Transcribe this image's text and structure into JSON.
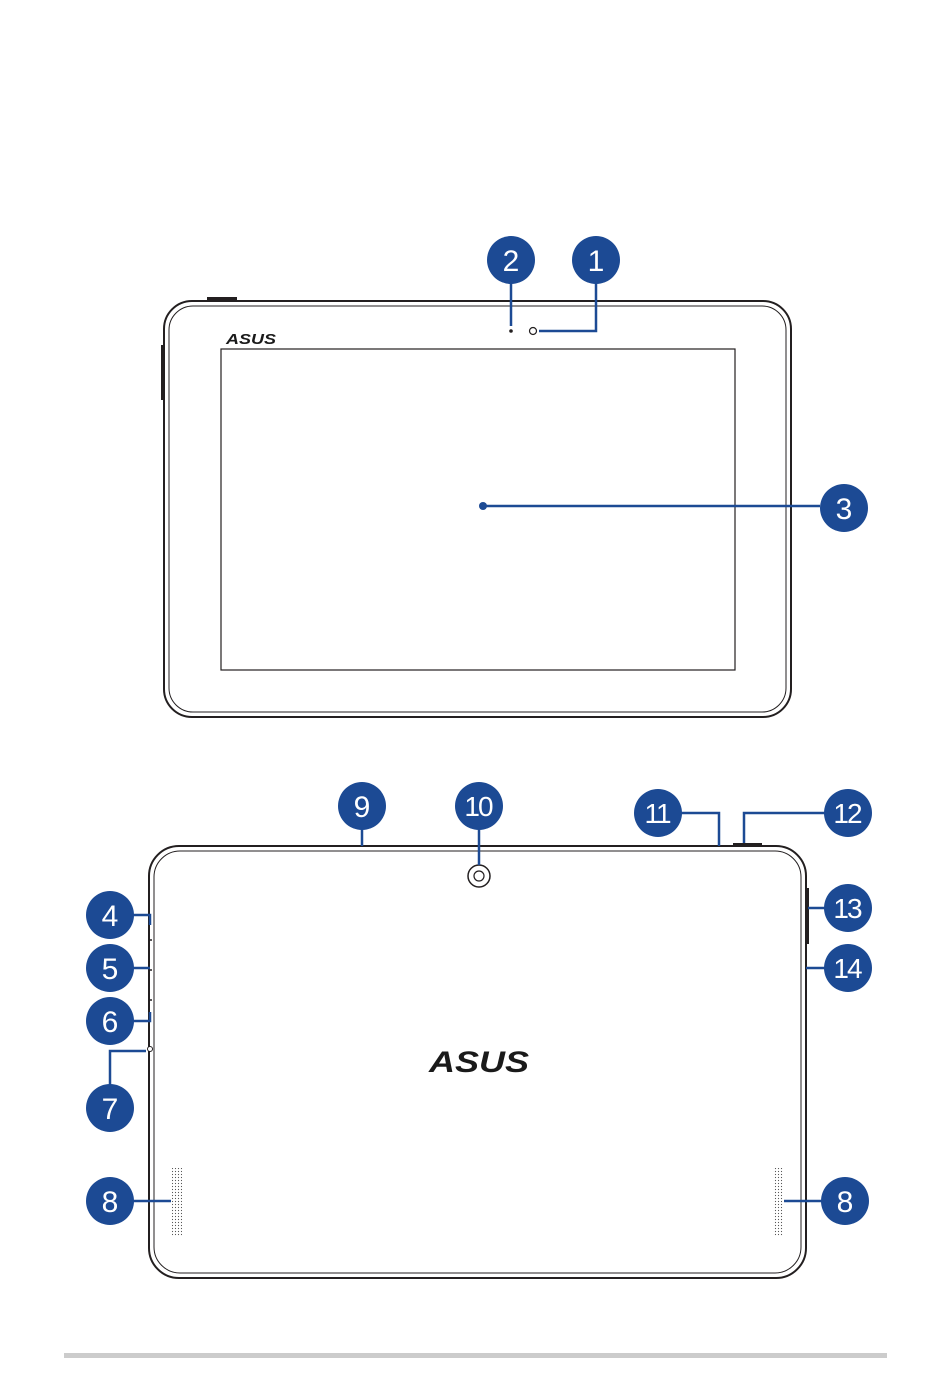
{
  "brand": "ASUS",
  "colors": {
    "callout": "#1c4a94",
    "outline": "#231f20",
    "footer_rule": "#cccccc"
  },
  "front_view": {
    "callouts": [
      {
        "id": "front-camera",
        "label": "1"
      },
      {
        "id": "light-sensor",
        "label": "2"
      },
      {
        "id": "touch-screen",
        "label": "3"
      }
    ]
  },
  "rear_view": {
    "callouts": [
      {
        "id": "left-4",
        "label": "4"
      },
      {
        "id": "left-5",
        "label": "5"
      },
      {
        "id": "left-6",
        "label": "6"
      },
      {
        "id": "left-7",
        "label": "7"
      },
      {
        "id": "speaker-left",
        "label": "8"
      },
      {
        "id": "speaker-right",
        "label": "8"
      },
      {
        "id": "top-9",
        "label": "9"
      },
      {
        "id": "rear-camera",
        "label": "10"
      },
      {
        "id": "top-11",
        "label": "11"
      },
      {
        "id": "top-12",
        "label": "12"
      },
      {
        "id": "right-13",
        "label": "13"
      },
      {
        "id": "right-14",
        "label": "14"
      }
    ]
  }
}
